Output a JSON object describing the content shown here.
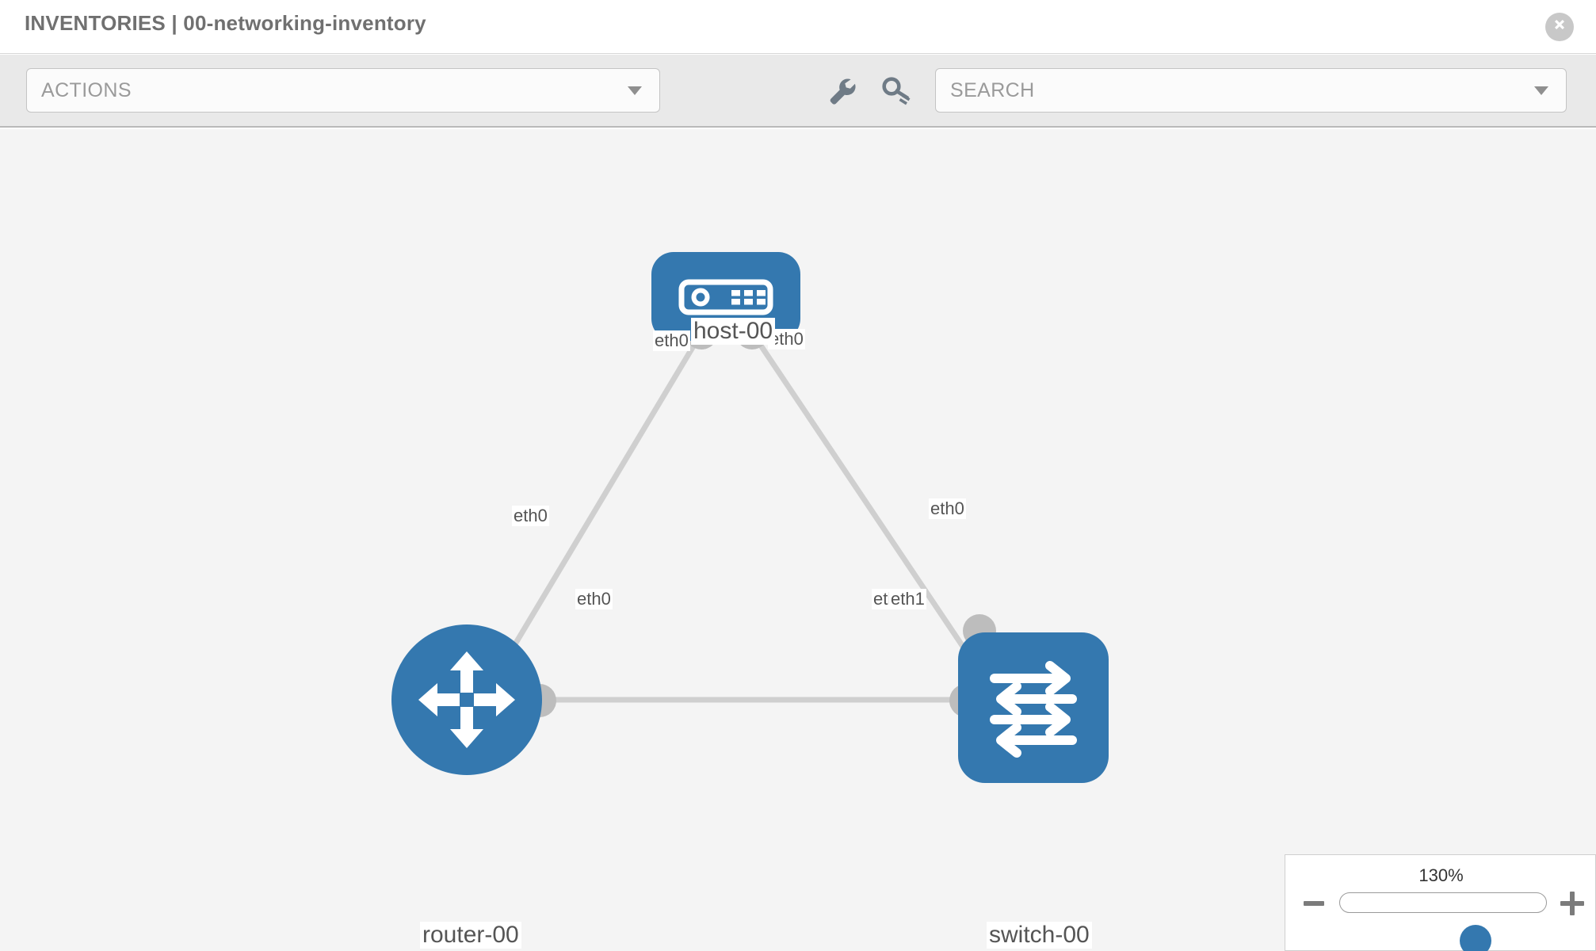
{
  "header": {
    "title": "INVENTORIES | 00-networking-inventory",
    "close_icon": "close-icon"
  },
  "toolbar": {
    "actions": {
      "label": "ACTIONS",
      "caret_icon": "chevron-down-icon"
    },
    "wrench_icon": "wrench-icon",
    "key_icon": "key-icon",
    "search": {
      "placeholder": "SEARCH",
      "value": "",
      "caret_icon": "chevron-down-icon"
    }
  },
  "topology": {
    "nodes": [
      {
        "id": "host-00",
        "label": "host-00",
        "type": "host",
        "icon": "server-icon",
        "color": "#3478af",
        "shape": "rounded-rect"
      },
      {
        "id": "router-00",
        "label": "router-00",
        "type": "router",
        "icon": "router-arrows-icon",
        "color": "#3478af",
        "shape": "circle"
      },
      {
        "id": "switch-00",
        "label": "switch-00",
        "type": "switch",
        "icon": "switch-arrows-icon",
        "color": "#3478af",
        "shape": "rounded-square"
      }
    ],
    "links": [
      {
        "from": "host-00",
        "from_port": "eth0",
        "to": "router-00",
        "to_port": "eth0"
      },
      {
        "from": "host-00",
        "from_port": "eth0",
        "to": "switch-00",
        "to_port": "eth0"
      },
      {
        "from": "router-00",
        "from_port": "eth0",
        "to": "switch-00",
        "to_port": "eth1"
      }
    ],
    "port_labels": {
      "host_left": "eth0",
      "host_right": "eth0",
      "router_upper": "eth0",
      "switch_upper": "eth0",
      "router_right": "eth0",
      "switch_left_hidden": "eth0",
      "switch_left": "eth1"
    }
  },
  "zoom_control": {
    "value_text": "130%",
    "minus_label": "−",
    "plus_label": "+"
  },
  "colors": {
    "accent": "#3478af",
    "canvas_bg": "#f4f4f4",
    "toolbar_bg": "#e9e9e9",
    "edge": "#cfcfcf",
    "connector": "#bdbdbd",
    "text": "#555555"
  }
}
